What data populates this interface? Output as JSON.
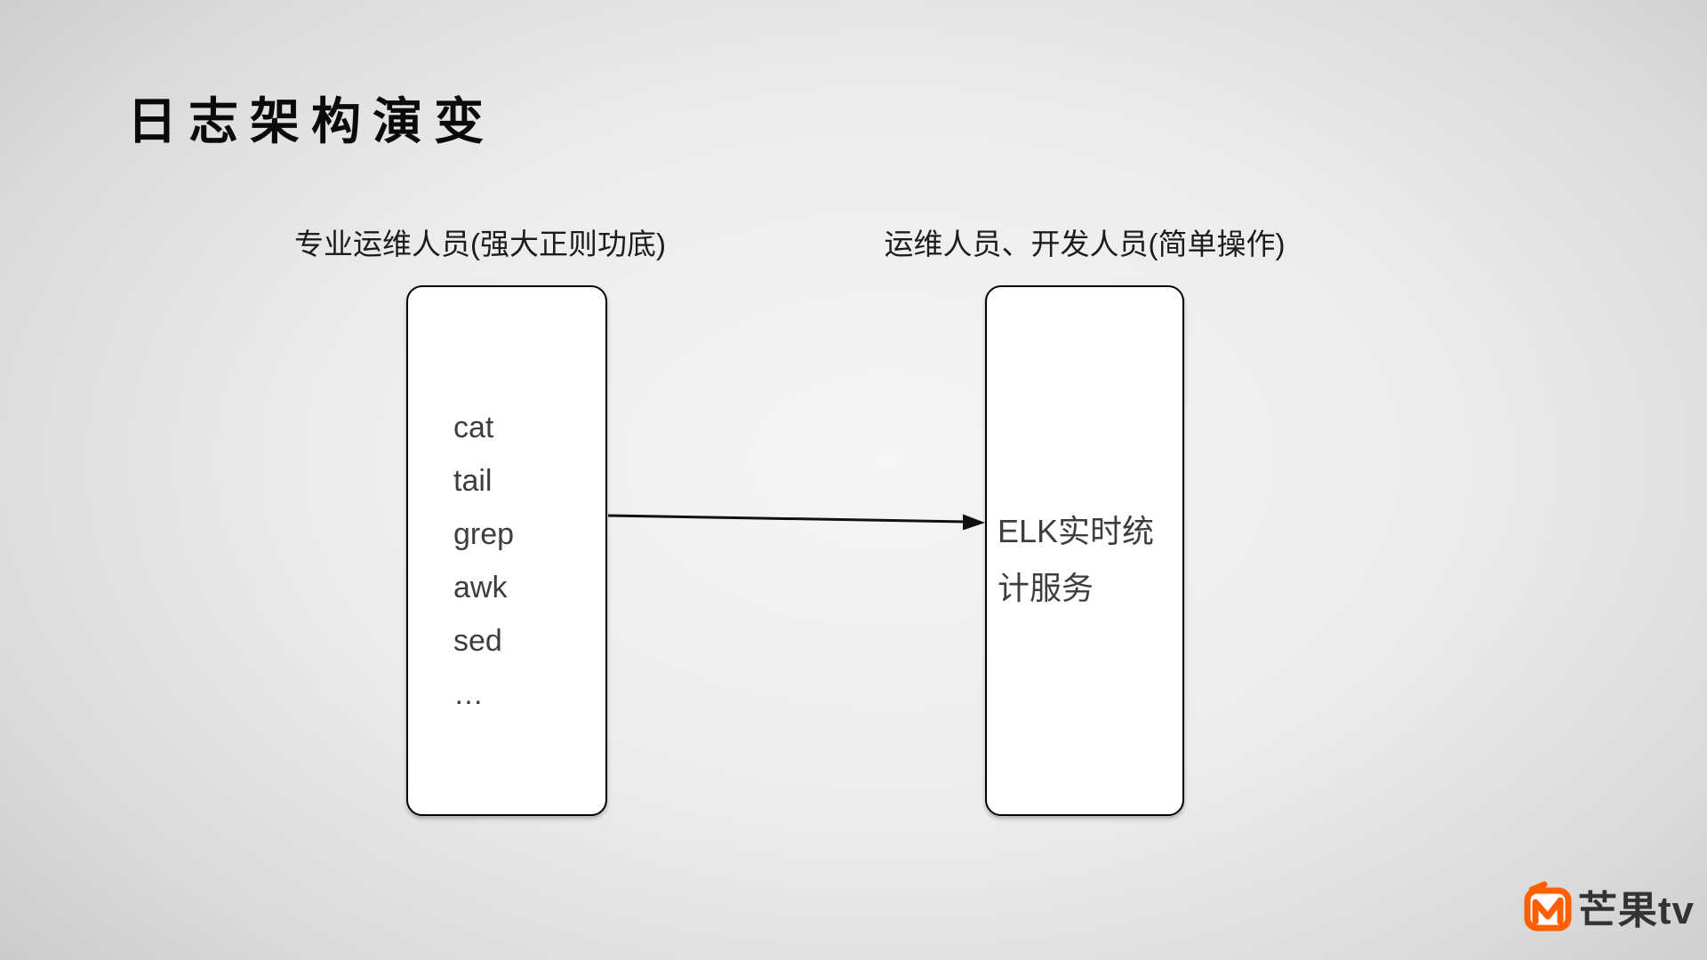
{
  "slide": {
    "title": "日志架构演变",
    "left_group": {
      "label": "专业运维人员(强大正则功底)",
      "box_items": [
        "cat",
        "tail",
        "grep",
        "awk",
        "sed",
        "…"
      ]
    },
    "right_group": {
      "label": "运维人员、开发人员(简单操作)",
      "box_text": "ELK实时统计服务",
      "box_text_lines": [
        "ELK实时统",
        "计服务"
      ]
    },
    "arrow": {
      "from": "left-box",
      "to": "right-box",
      "direction": "left-to-right"
    },
    "logo": {
      "text": "芒果tv",
      "icon": "mangotv-m-icon"
    }
  },
  "colors": {
    "background_center": "#f5f5f5",
    "background_edge": "#c7c7c7",
    "box_fill": "#ffffff",
    "box_border": "#000000",
    "box_text": "#3d3d3d",
    "title_text": "#0a0a0a",
    "label_text": "#1c1c1c",
    "arrow": "#111111",
    "logo_orange": "#FF5F00",
    "logo_text": "#333333"
  }
}
